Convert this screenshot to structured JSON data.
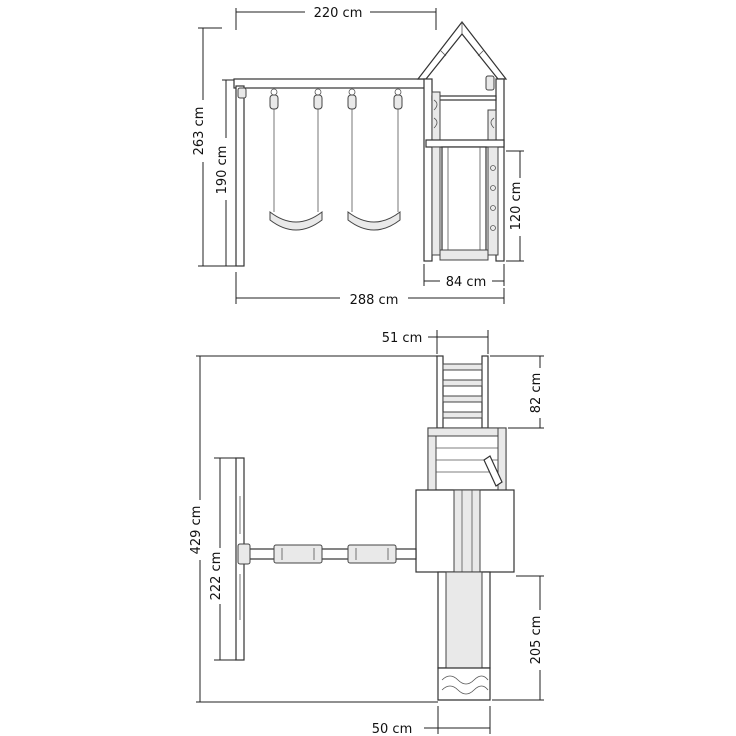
{
  "side_view": {
    "top_width": "220 cm",
    "total_height": "263 cm",
    "swing_height": "190 cm",
    "platform_height": "120 cm",
    "tower_width": "84 cm",
    "total_width": "288 cm"
  },
  "top_view": {
    "ladder_width": "51 cm",
    "ladder_length": "82 cm",
    "total_length": "429 cm",
    "swing_frame_length": "222 cm",
    "slide_length": "205 cm",
    "slide_width": "50 cm"
  }
}
